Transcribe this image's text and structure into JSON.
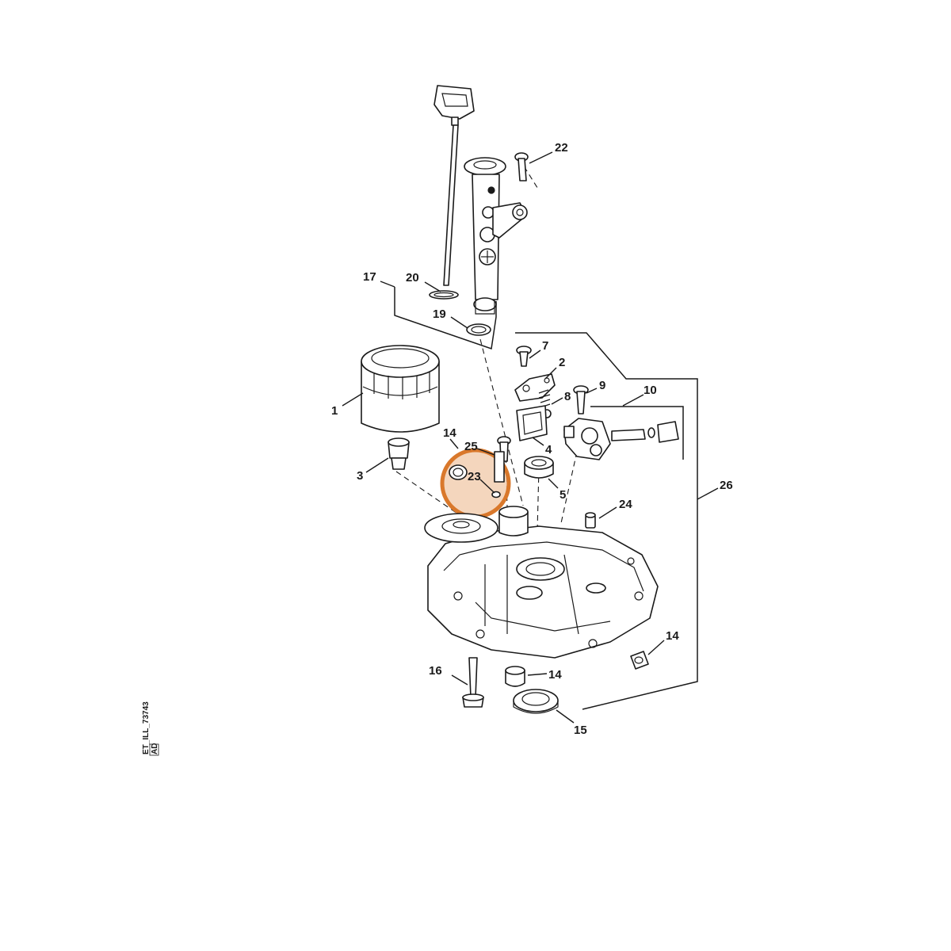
{
  "colors": {
    "ink": "#1a1a1a",
    "background": "#ffffff",
    "highlight": "#d9782b",
    "highlight_fill": "#f2cfb2"
  },
  "drawing": {
    "code_line1": "ET_ILL_73743",
    "code_line2": "AD"
  },
  "callouts": {
    "c1": "1",
    "c2": "2",
    "c3": "3",
    "c4": "4",
    "c5": "5",
    "c7": "7",
    "c8": "8",
    "c9": "9",
    "c10": "10",
    "c14a": "14",
    "c14b": "14",
    "c14c": "14",
    "c15": "15",
    "c16": "16",
    "c17": "17",
    "c19": "19",
    "c20": "20",
    "c22": "22",
    "c23": "23",
    "c24": "24",
    "c25": "25",
    "c26": "26"
  },
  "highlighted_callout": "23"
}
